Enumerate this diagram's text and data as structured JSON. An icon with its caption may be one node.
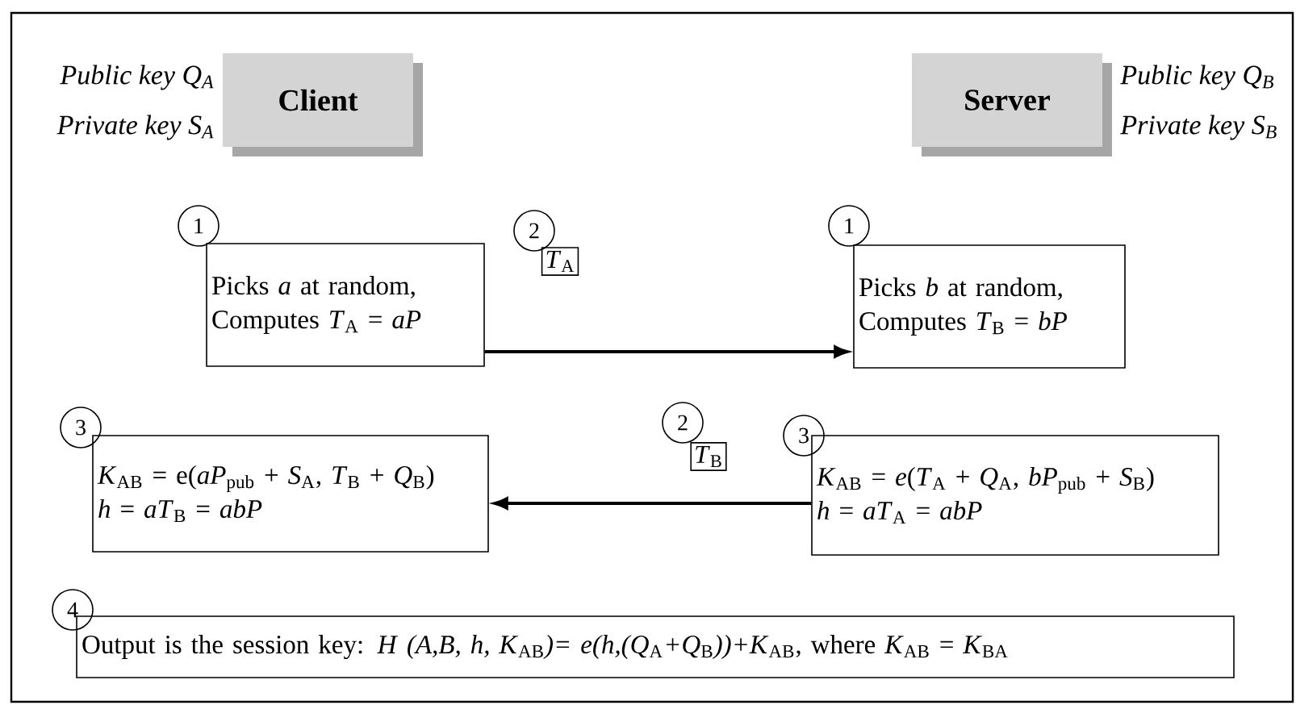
{
  "diagram": {
    "nodes": [
      {
        "text": [
          "Client"
        ],
        "beside": [
          "Public key Q$_{A}$",
          "Private key S$_{A}$"
        ]
      },
      {
        "text": [
          "Server"
        ],
        "beside": [
          "Public key Q$_{B}$",
          "Private key S$_{B}$"
        ]
      },
      {
        "text": [
          "1"
        ]
      },
      {
        "text": [
          "Picks *a* at random,",
          "Computes *T*$_{A}$ = *aP*"
        ]
      },
      {
        "text": [
          "1"
        ]
      },
      {
        "text": [
          "Picks *b* at random,",
          "Computes *T*$_{B}$ = *bP*"
        ]
      },
      {
        "text": [
          "2"
        ]
      },
      {
        "text": [
          "*T*$_{A}$"
        ]
      },
      {
        "text": [
          "2"
        ]
      },
      {
        "text": [
          "*T*$_{B}$"
        ]
      },
      {
        "text": [
          "3"
        ]
      },
      {
        "text": [
          "*K*$_{AB}$ = e(*aP*$_{pub}$ + *S*$_{A}$, *T*$_{B}$ + *Q*$_{B}$)",
          "*h* = *aT*$_{B}$ = *abP*"
        ]
      },
      {
        "text": [
          "3"
        ]
      },
      {
        "text": [
          "*K*$_{AB}$ = *e*(*T*$_{A}$ + *Q*$_{A}$, *bP*$_{pub}$ + *S*$_{B}$)",
          "*h* = *aT*$_{A}$ = *abP*"
        ]
      },
      {
        "text": [
          "4"
        ]
      },
      {
        "text": [
          "Output is the session key: *H* *(A,B, h, K*$_{AB}$*)= e(h,(Q*$_{A}$*+Q*$_{B}$*))+K*$_{AB}$, where *K*$_{AB}$ = *K*$_{BA}$"
        ]
      }
    ],
    "edges": [
      {
        "from": 3,
        "to": 5,
        "arrow": "to"
      },
      {
        "from": 13,
        "to": 11,
        "arrow": "to"
      }
    ]
  }
}
